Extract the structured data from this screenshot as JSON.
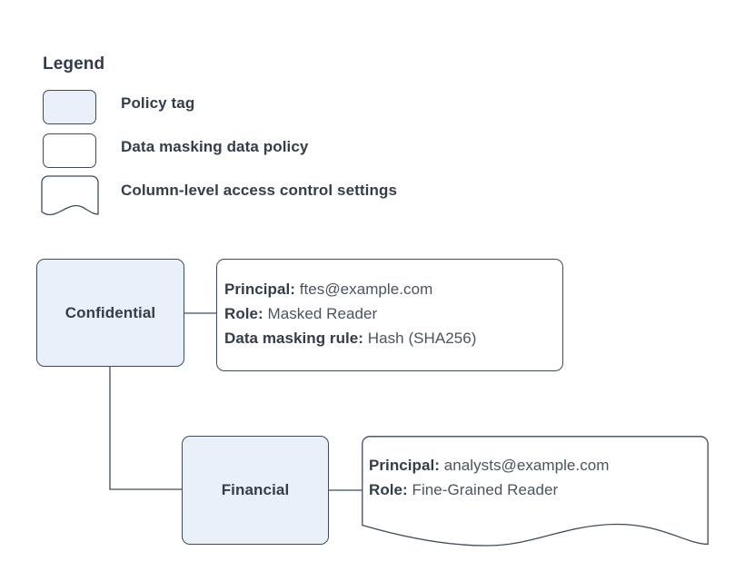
{
  "legend": {
    "title": "Legend",
    "items": [
      {
        "label": "Policy tag",
        "swatch": "policy-tag-swatch",
        "fill": "#e9f0fa",
        "shape": "rounded-rect"
      },
      {
        "label": "Data masking data policy",
        "swatch": "data-policy-swatch",
        "fill": "#ffffff",
        "shape": "rounded-rect"
      },
      {
        "label": "Column-level access control settings",
        "swatch": "access-control-swatch",
        "fill": "#ffffff",
        "shape": "wave-document"
      }
    ]
  },
  "diagram": {
    "nodes": [
      {
        "id": "confidential",
        "label": "Confidential"
      },
      {
        "id": "financial",
        "label": "Financial"
      }
    ],
    "callouts": [
      {
        "id": "confidential-policy",
        "shape": "rounded-rect",
        "lines": [
          {
            "key": "Principal:",
            "value": "ftes@example.com"
          },
          {
            "key": "Role:",
            "value": "Masked Reader"
          },
          {
            "key": "Data masking rule:",
            "value": "Hash (SHA256)"
          }
        ]
      },
      {
        "id": "financial-access-control",
        "shape": "wave-document",
        "lines": [
          {
            "key": "Principal:",
            "value": "analysts@example.com"
          },
          {
            "key": "Role:",
            "value": "Fine-Grained Reader"
          }
        ]
      }
    ]
  },
  "colors": {
    "tag_fill": "#e9f0fa",
    "stroke": "#3d4a5c",
    "text": "#343d4a",
    "value_text": "#4a5360",
    "background": "#ffffff"
  }
}
